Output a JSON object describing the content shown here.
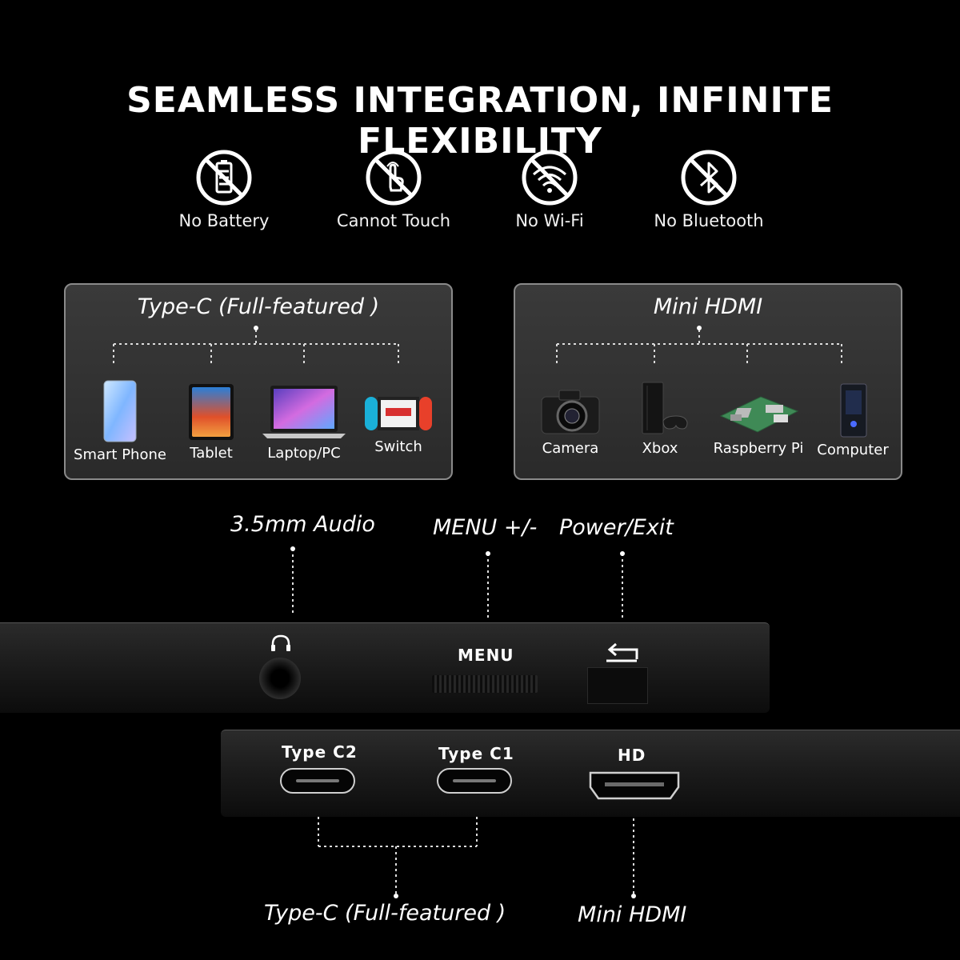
{
  "title": "SEAMLESS INTEGRATION, INFINITE FLEXIBILITY",
  "features": [
    {
      "label": "No Battery",
      "icon": "no-battery-icon"
    },
    {
      "label": "Cannot Touch",
      "icon": "no-touch-icon"
    },
    {
      "label": "No Wi-Fi",
      "icon": "no-wifi-icon"
    },
    {
      "label": "No Bluetooth",
      "icon": "no-bluetooth-icon"
    }
  ],
  "typec_panel": {
    "title": "Type-C (Full-featured )",
    "devices": [
      {
        "label": "Smart Phone",
        "icon": "smartphone-icon"
      },
      {
        "label": "Tablet",
        "icon": "tablet-icon"
      },
      {
        "label": "Laptop/PC",
        "icon": "laptop-icon"
      },
      {
        "label": "Switch",
        "icon": "switch-console-icon"
      }
    ]
  },
  "hdmi_panel": {
    "title": "Mini HDMI",
    "devices": [
      {
        "label": "Camera",
        "icon": "camera-icon"
      },
      {
        "label": "Xbox",
        "icon": "game-console-icon"
      },
      {
        "label": "Raspberry Pi",
        "icon": "raspberry-pi-icon"
      },
      {
        "label": "Computer",
        "icon": "computer-tower-icon"
      }
    ]
  },
  "callouts": {
    "audio": "3.5mm Audio",
    "menu": "MENU +/-",
    "power": "Power/Exit",
    "typec": "Type-C (Full-featured )",
    "mini_hdmi": "Mini HDMI"
  },
  "ports": {
    "menu": "MENU",
    "type_c2": "Type C2",
    "type_c1": "Type C1",
    "hd": "HD"
  }
}
